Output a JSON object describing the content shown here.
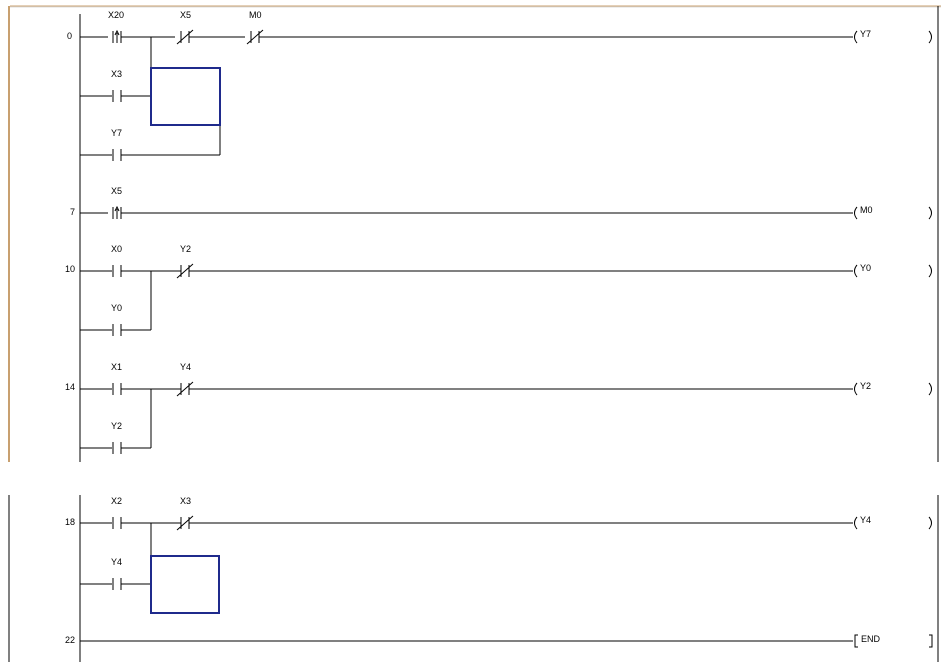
{
  "rungs": [
    {
      "step": "0",
      "coil": "Y7",
      "main_contacts": [
        {
          "label": "X20",
          "kind": "rising"
        },
        {
          "label": "X5",
          "kind": "nc"
        },
        {
          "label": "M0",
          "kind": "nc"
        }
      ],
      "branches": [
        {
          "label": "X3",
          "kind": "no"
        },
        {
          "label": "Y7",
          "kind": "no"
        }
      ]
    },
    {
      "step": "7",
      "coil": "M0",
      "main_contacts": [
        {
          "label": "X5",
          "kind": "rising"
        }
      ],
      "branches": []
    },
    {
      "step": "10",
      "coil": "Y0",
      "main_contacts": [
        {
          "label": "X0",
          "kind": "no"
        },
        {
          "label": "Y2",
          "kind": "nc"
        }
      ],
      "branches": [
        {
          "label": "Y0",
          "kind": "no"
        }
      ]
    },
    {
      "step": "14",
      "coil": "Y2",
      "main_contacts": [
        {
          "label": "X1",
          "kind": "no"
        },
        {
          "label": "Y4",
          "kind": "nc"
        }
      ],
      "branches": [
        {
          "label": "Y2",
          "kind": "no"
        }
      ]
    },
    {
      "step": "18",
      "coil": "Y4",
      "main_contacts": [
        {
          "label": "X2",
          "kind": "no"
        },
        {
          "label": "X3",
          "kind": "nc"
        }
      ],
      "branches": [
        {
          "label": "Y4",
          "kind": "no"
        }
      ]
    },
    {
      "step": "22",
      "end_instruction": "END"
    }
  ],
  "colors": {
    "line": "#000000",
    "box": "#1f2a8c",
    "rail_tint": "#c8a070"
  }
}
